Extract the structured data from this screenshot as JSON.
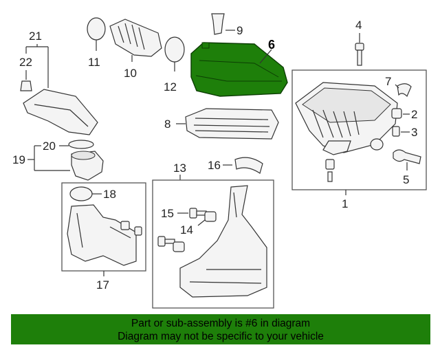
{
  "callouts": {
    "c1": "1",
    "c2": "2",
    "c3": "3",
    "c4": "4",
    "c5": "5",
    "c6": "6",
    "c7": "7",
    "c8": "8",
    "c9": "9",
    "c10": "10",
    "c11": "11",
    "c12": "12",
    "c13": "13",
    "c14": "14",
    "c15": "15",
    "c16": "16",
    "c17": "17",
    "c18": "18",
    "c19": "19",
    "c20": "20",
    "c21": "21",
    "c22": "22"
  },
  "highlight_part": "6",
  "highlight_color": "#1e7f0a",
  "footer": {
    "line1": "Part or sub-assembly is #6 in diagram",
    "line2": "Diagram may not be specific to your vehicle"
  }
}
